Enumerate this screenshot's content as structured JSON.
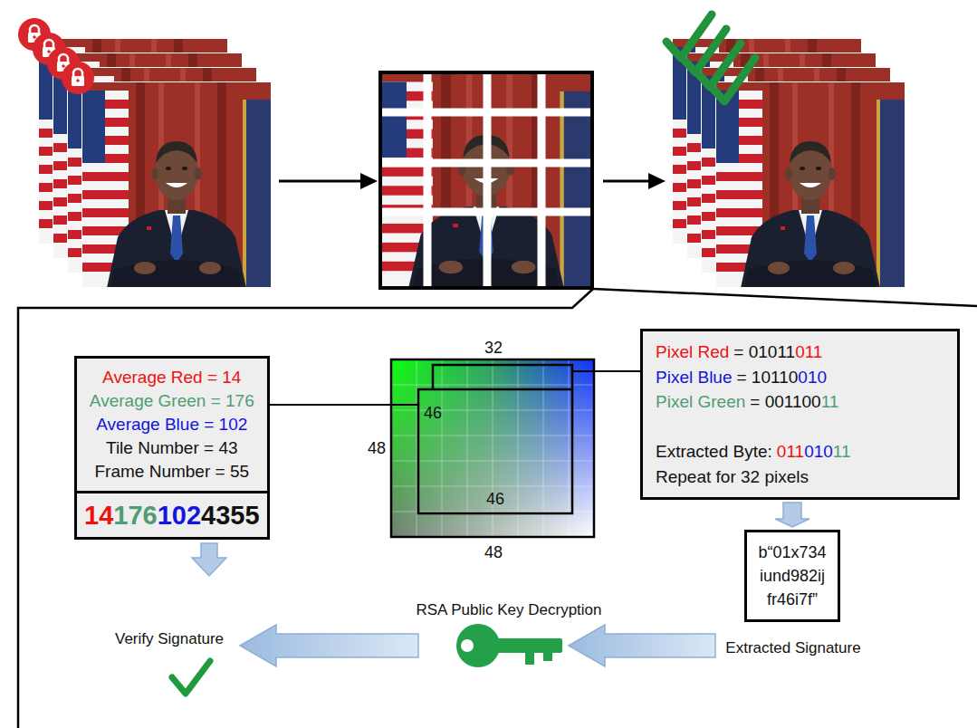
{
  "diagram": {
    "nodes": [
      {
        "text": [
          "Average Red = 14",
          "Average Green = 176",
          "Average Blue = 102",
          "Tile Number = 43",
          "Frame Number = 55"
        ]
      },
      {
        "text": [
          "14",
          "176",
          "102",
          "4355"
        ]
      },
      {
        "text": [
          "Pixel Red",
          "= 01011",
          "011",
          "Pixel Blue",
          "= 10110",
          "010",
          "Pixel Green",
          "= 001100",
          "11",
          "Extracted Byte:",
          "011",
          "010",
          "11",
          "Repeat for 32 pixels"
        ]
      },
      {
        "text": [
          "b“01x734 iund982ij fr46i7f”"
        ]
      }
    ],
    "edges": [
      {
        "from": 2,
        "to": 3,
        "arrow": "to"
      }
    ],
    "labels": [
      "32",
      "48",
      "46",
      "46",
      "48",
      "RSA Public Key Decryption",
      "Verify Signature",
      "Extracted Signature"
    ]
  }
}
